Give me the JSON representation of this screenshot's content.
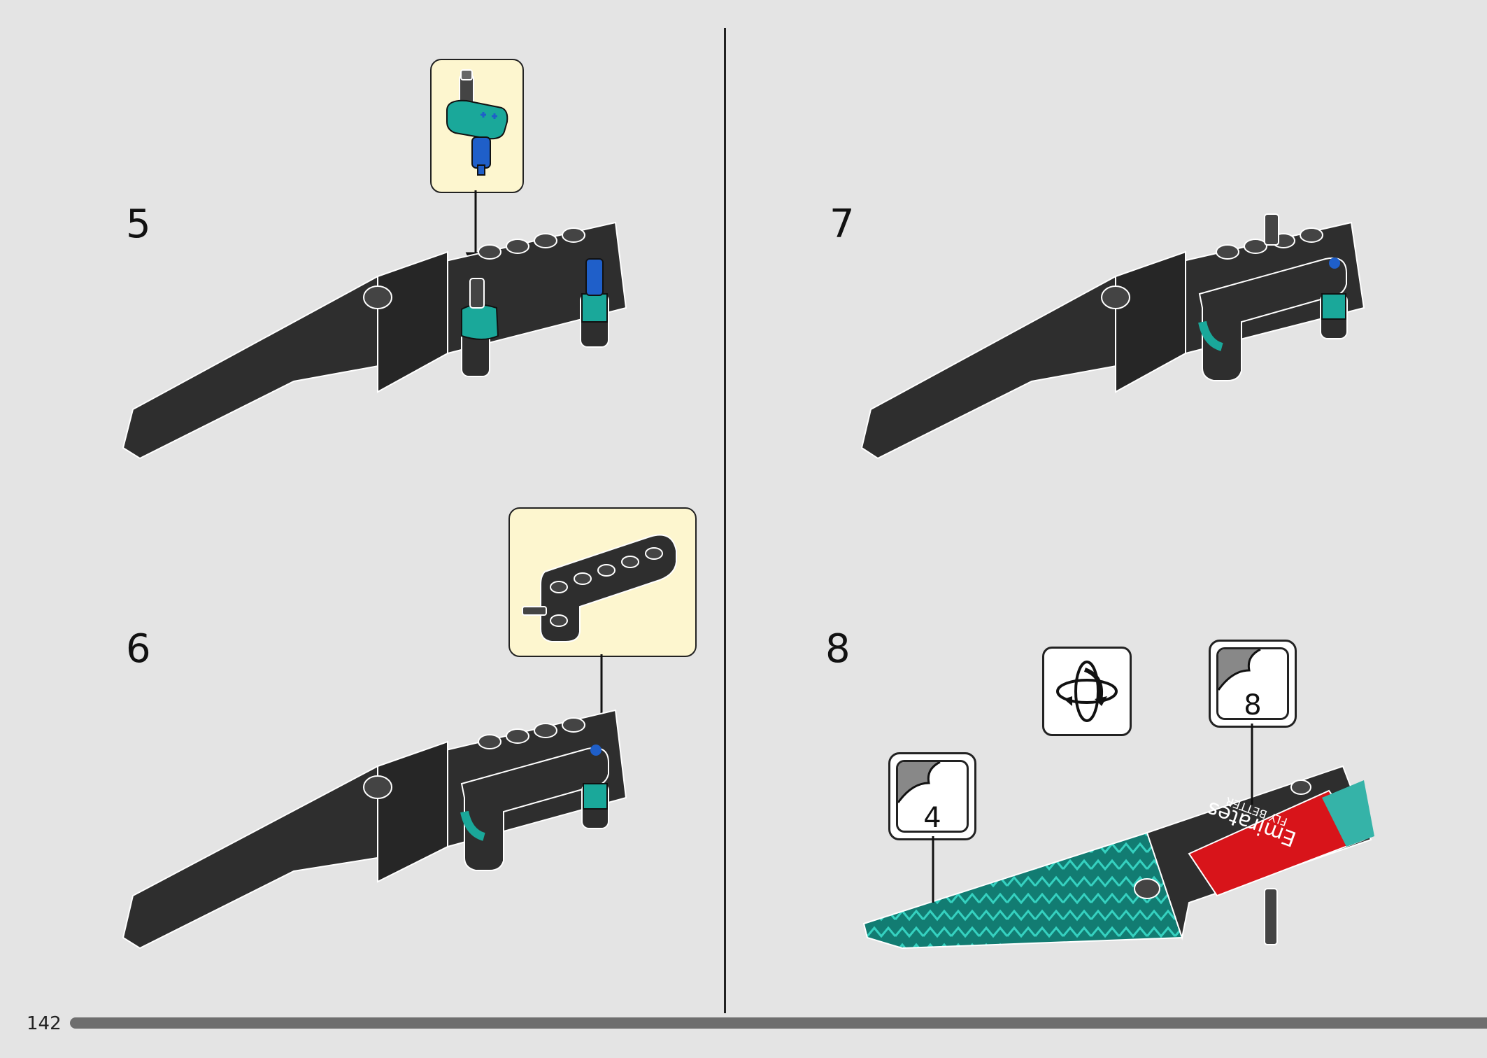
{
  "page": {
    "number": "142"
  },
  "steps": [
    {
      "label": "5"
    },
    {
      "label": "6"
    },
    {
      "label": "7"
    },
    {
      "label": "8"
    }
  ],
  "stickers": [
    {
      "label": "4"
    },
    {
      "label": "8"
    }
  ],
  "decal": {
    "brand": "Emirates",
    "tagline": "FLY BETTER"
  },
  "colors": {
    "background": "#e4e4e4",
    "callout": "#fdf6cf",
    "part_dark": "#2e2e2e",
    "teal": "#1aa89a",
    "blue": "#1f5fc9",
    "red": "#d8141a"
  },
  "icons": [
    "rotate-model-icon",
    "sticker-icon"
  ]
}
